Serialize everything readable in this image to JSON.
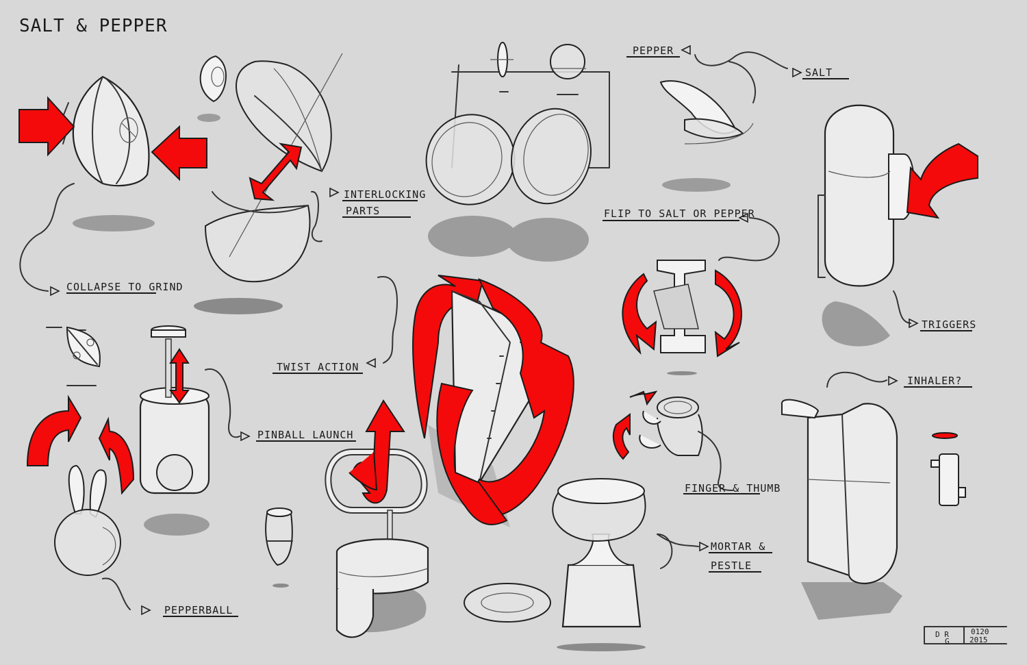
{
  "title": "SALT & PEPPER",
  "labels": {
    "collapse_to_grind": "COLLAPSE TO GRIND",
    "interlocking_1": "INTERLOCKING",
    "interlocking_2": "PARTS",
    "pepper": "PEPPER",
    "salt": "SALT",
    "flip": "FLIP TO SALT OR PEPPER",
    "triggers": "TRIGGERS",
    "twist_action": "TWIST ACTION",
    "pinball_launch": "PINBALL LAUNCH",
    "inhaler": "INHALER?",
    "finger_thumb": "FINGER & THUMB",
    "mortar_1": "MORTAR &",
    "mortar_2": "PESTLE",
    "pepperball": "PEPPERBALL"
  },
  "signature": {
    "initials_top": "D R",
    "initials_bottom": "G",
    "code": "0120",
    "year": "2015"
  },
  "colors": {
    "background": "#d8d8d8",
    "accent_red": "#f40a0a",
    "ink": "#1a1a1a"
  }
}
